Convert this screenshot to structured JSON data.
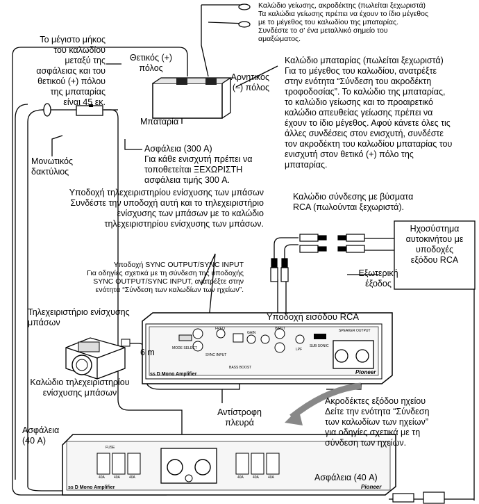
{
  "labels": {
    "ground_wire": "Καλώδιο γείωσης, ακροδέκτης (πωλείται ξεχωριστά)\nΤα καλώδια γείωσης πρέπει να έχουν το ίδιο μέγεθος\nμε το μέγεθος του καλωδίου της μπαταρίας.\nΣυνδέστε το σ' ένα μεταλλικό σημείο του\nαμαξώματος.",
    "max_length": "Το μέγιστο μήκος\nτου καλωδίου\nμεταξύ της\nασφάλειας και του\nθετικού (+) πόλου\nτης μπαταρίας\nείναι 45 εκ.",
    "positive_pole": "Θετικός (+)\nπόλος",
    "negative_pole": "Αρνητικός\n(–) πόλος",
    "battery": "Μπαταρία",
    "battery_wire": "Καλώδιο μπαταρίας (πωλείται ξεχωριστά)\nΓια το μέγεθος του καλωδίου, ανατρέξτε\nστην ενότητα “Σύνδεση του ακροδέκτη\nτροφοδοσίας”. Το καλώδιο της μπαταρίας,\nτο καλώδιο γείωσης και το προαιρετικό\nκαλώδιο απευθείας γείωσης πρέπει να\nέχουν το ίδιο μέγεθος. Αφού κάνετε όλες τις\nάλλες συνδέσεις στον ενισχυτή, συνδέστε\nτον ακροδέκτη του καλωδίου μπαταρίας του\nενισχυτή στον θετικό (+) πόλο της\nμπαταρίας.",
    "fuse_300": "Ασφάλεια (300 A)\nΓια κάθε ενισχυτή πρέπει να\nτοποθετείται ΞΕΧΩΡΙΣΤΗ\nασφάλεια τιμής 300 A.",
    "grommet": "Μονωτικός\nδακτύλιος",
    "bass_remote_jack": "Υποδοχή τηλεχειριστηρίου ενίσχυσης των μπάσων\nΣυνδέστε την υποδοχή αυτή και το τηλεχειριστήριο\nενίσχυσης των μπάσων με το καλώδιο\nτηλεχειριστηρίου ενίσχυσης των μπάσων.",
    "rca_cable": "Καλώδιο σύνδεσης με βύσματα\nRCA (πωλούνται ξεχωριστά).",
    "car_audio": "Ηχοσύστημα\nαυτοκινήτου με\nυποδοχές\nεξόδου RCA",
    "sync_jack": "Υποδοχή SYNC OUTPUT/SYNC INPUT\nΓια οδηγίες σχετικά με τη σύνδεση της υποδοχής\nSYNC OUTPUT/SYNC INPUT, ανατρέξτε στην\nενότητα “Σύνδεση των καλωδίων των ηχείων”.",
    "external_output": "Εξωτερική\nέξοδος",
    "bass_remote": "Τηλεχειριστήριο ενίσχυσης\nμπάσων",
    "rca_input": "Υποδοχή εισόδου RCA",
    "cable_6m": "6 m",
    "bass_remote_cable": "Καλώδιο τηλεχειριστηρίου\nενίσχυσης μπάσων",
    "reverse_side": "Αντίστροφη\nπλευρά",
    "speaker_terminals": "Ακροδέκτες εξόδου ηχείου\nΔείτε την ενότητα “Σύνδεση\nτων καλωδίων των ηχείων”\nγια οδηγίες σχετικά με τη\nσύνδεση των ηχείων.",
    "fuse_40_left": "Ασφάλεια\n(40 A)",
    "fuse_40_right": "Ασφάλεια (40 A)"
  },
  "device_text": {
    "amp_name_top": "ss D Mono Amplifier",
    "amp_name_bottom": "ss D Mono Amplifier",
    "brand": "Pioneer",
    "brand_bottom": "Pioneer",
    "speaker_output": "SPEAKER OUTPUT",
    "input": "INPUT",
    "fuse": "FUSE",
    "mode_select": "MODE SELECT",
    "bass_boost": "BASS BOOST",
    "sync_input": "SYNC INPUT",
    "sub_sonic": "SUB SONIC",
    "lpf": "LPF",
    "freq": "FREQ",
    "gain": "GAIN",
    "fuse_val_1": "40A",
    "fuse_val_2": "40A",
    "fuse_val_3": "40A",
    "fuse_val_4": "40A",
    "fuse_val_5": "40A",
    "fuse_val_6": "40A"
  }
}
